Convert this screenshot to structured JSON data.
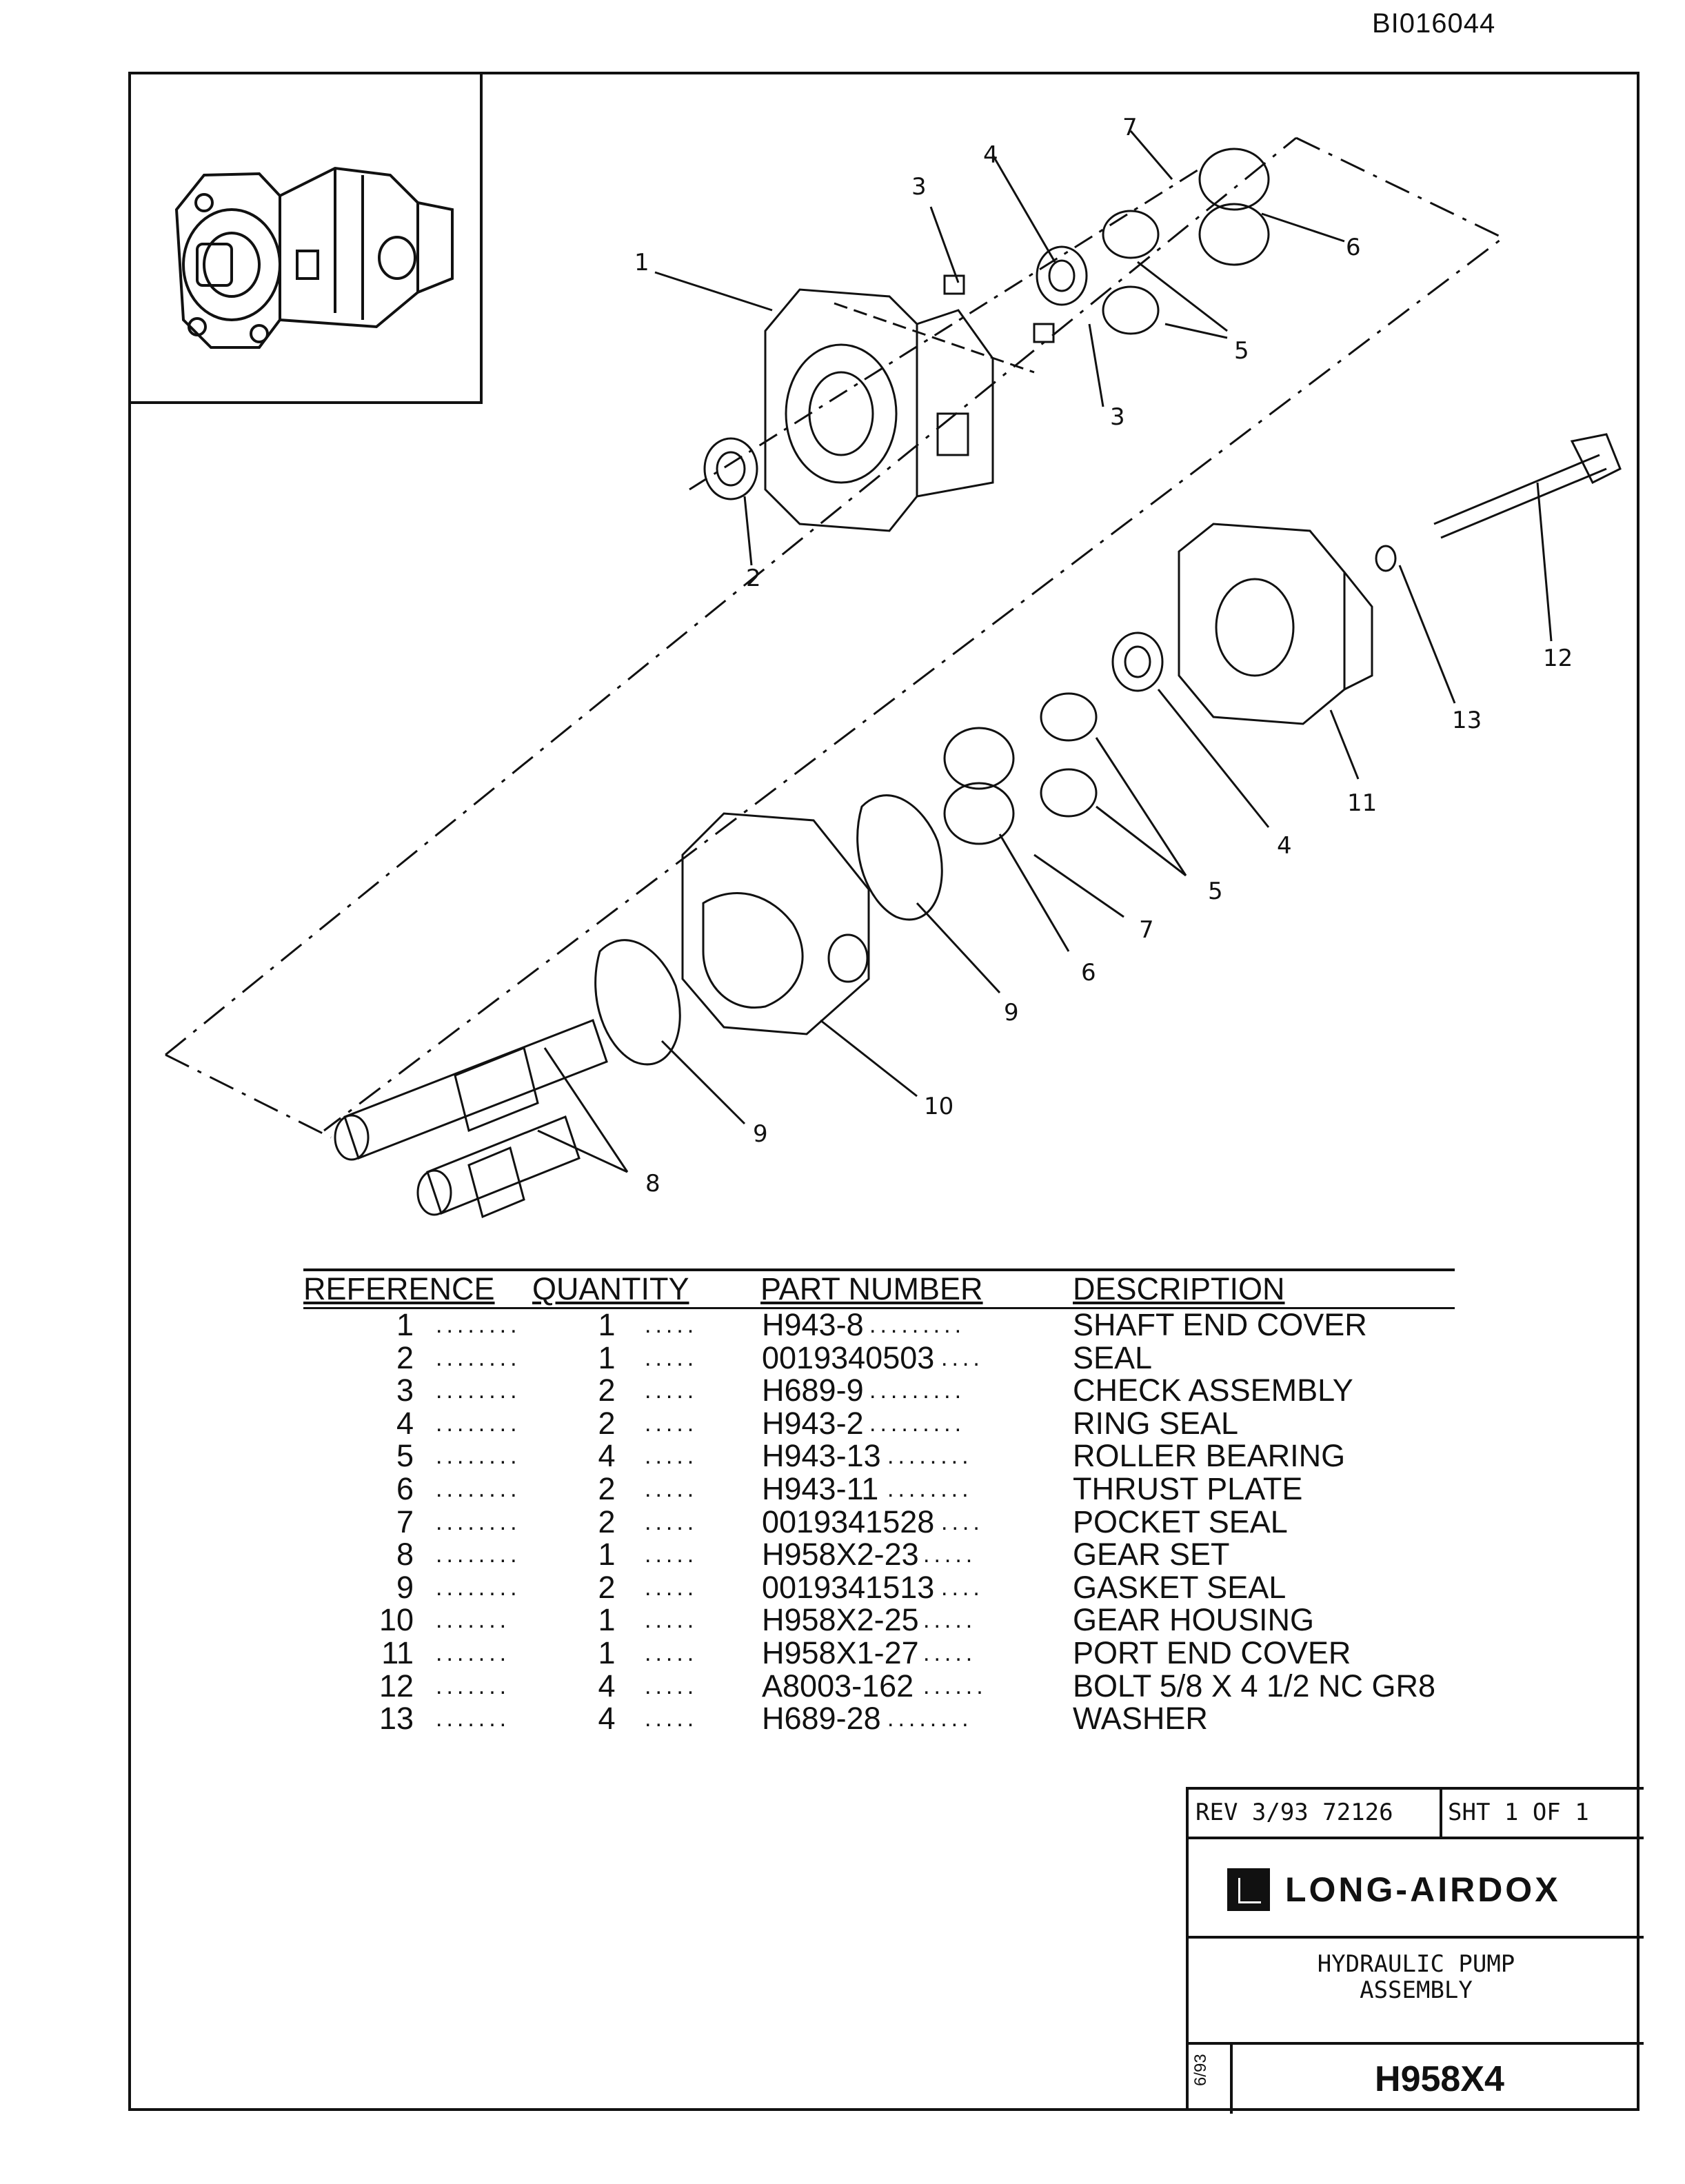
{
  "document_id": "BI016044",
  "callouts": {
    "c1": "1",
    "c2": "2",
    "c3a": "3",
    "c3b": "3",
    "c4a": "4",
    "c4b": "4",
    "c5a": "5",
    "c5b": "5",
    "c6a": "6",
    "c6b": "6",
    "c7a": "7",
    "c7b": "7",
    "c8": "8",
    "c9a": "9",
    "c9b": "9",
    "c10": "10",
    "c11": "11",
    "c12": "12",
    "c13": "13"
  },
  "parts_list": {
    "headers": {
      "reference": "REFERENCE",
      "quantity": "QUANTITY",
      "part_number": "PART NUMBER",
      "description": "DESCRIPTION"
    },
    "rows": [
      {
        "ref": "1",
        "dots1": "........",
        "qty": "1",
        "dots2": ".....",
        "pn": "H943-8",
        "dots3": ".........",
        "desc": "SHAFT END COVER"
      },
      {
        "ref": "2",
        "dots1": "........",
        "qty": "1",
        "dots2": ".....",
        "pn": "0019340503",
        "dots3": "....",
        "desc": "SEAL"
      },
      {
        "ref": "3",
        "dots1": "........",
        "qty": "2",
        "dots2": ".....",
        "pn": "H689-9",
        "dots3": ".........",
        "desc": "CHECK ASSEMBLY"
      },
      {
        "ref": "4",
        "dots1": "........",
        "qty": "2",
        "dots2": ".....",
        "pn": "H943-2",
        "dots3": ".........",
        "desc": "RING SEAL"
      },
      {
        "ref": "5",
        "dots1": "........",
        "qty": "4",
        "dots2": ".....",
        "pn": "H943-13",
        "dots3": "........",
        "desc": "ROLLER BEARING"
      },
      {
        "ref": "6",
        "dots1": "........",
        "qty": "2",
        "dots2": ".....",
        "pn": "H943-11",
        "dots3": "........",
        "desc": "THRUST PLATE"
      },
      {
        "ref": "7",
        "dots1": "........",
        "qty": "2",
        "dots2": ".....",
        "pn": "0019341528",
        "dots3": "....",
        "desc": "POCKET SEAL"
      },
      {
        "ref": "8",
        "dots1": "........",
        "qty": "1",
        "dots2": ".....",
        "pn": "H958X2-23",
        "dots3": ".....",
        "desc": "GEAR SET"
      },
      {
        "ref": "9",
        "dots1": "........",
        "qty": "2",
        "dots2": ".....",
        "pn": "0019341513",
        "dots3": "....",
        "desc": "GASKET SEAL"
      },
      {
        "ref": "10",
        "dots1": ".......",
        "qty": "1",
        "dots2": ".....",
        "pn": "H958X2-25",
        "dots3": ".....",
        "desc": "GEAR HOUSING"
      },
      {
        "ref": "11",
        "dots1": ".......",
        "qty": "1",
        "dots2": ".....",
        "pn": "H958X1-27",
        "dots3": ".....",
        "desc": "PORT END COVER"
      },
      {
        "ref": "12",
        "dots1": ".......",
        "qty": "4",
        "dots2": ".....",
        "pn": "A8003-162",
        "dots3": "......",
        "desc": "BOLT 5/8 X 4 1/2 NC GR8"
      },
      {
        "ref": "13",
        "dots1": ".......",
        "qty": "4",
        "dots2": ".....",
        "pn": "H689-28",
        "dots3": "........",
        "desc": "WASHER"
      }
    ]
  },
  "title_block": {
    "rev": "REV  3/93  72126",
    "sheet": "SHT  1    OF  1",
    "company": "LONG-AIRDOX",
    "title_line1": "HYDRAULIC  PUMP",
    "title_line2": "ASSEMBLY",
    "date": "6/93",
    "drawing_number": "H958X4"
  }
}
